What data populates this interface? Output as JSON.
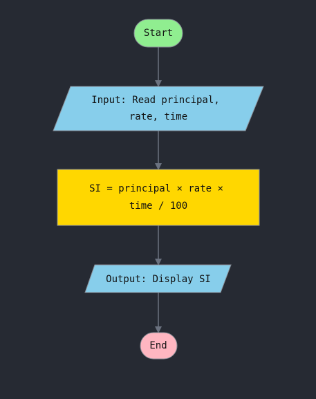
{
  "diagram": {
    "type": "flowchart",
    "nodes": [
      {
        "id": "start",
        "kind": "terminal",
        "lines": [
          "Start"
        ],
        "fill": "#90ee90"
      },
      {
        "id": "input",
        "kind": "io",
        "lines": [
          "Input: Read principal,",
          "rate, time"
        ],
        "fill": "#87ceeb"
      },
      {
        "id": "process",
        "kind": "process",
        "lines": [
          "SI = principal × rate ×",
          "time / 100"
        ],
        "fill": "#ffd700"
      },
      {
        "id": "output",
        "kind": "io",
        "lines": [
          "Output: Display SI"
        ],
        "fill": "#87ceeb"
      },
      {
        "id": "end",
        "kind": "terminal",
        "lines": [
          "End"
        ],
        "fill": "#ffb6c1"
      }
    ],
    "edges": [
      {
        "from": "start",
        "to": "input"
      },
      {
        "from": "input",
        "to": "process"
      },
      {
        "from": "process",
        "to": "output"
      },
      {
        "from": "output",
        "to": "end"
      }
    ],
    "colors": {
      "background": "#262a33",
      "edge": "#6b7280",
      "node_stroke": "#8a8f98",
      "text": "#111111"
    }
  }
}
